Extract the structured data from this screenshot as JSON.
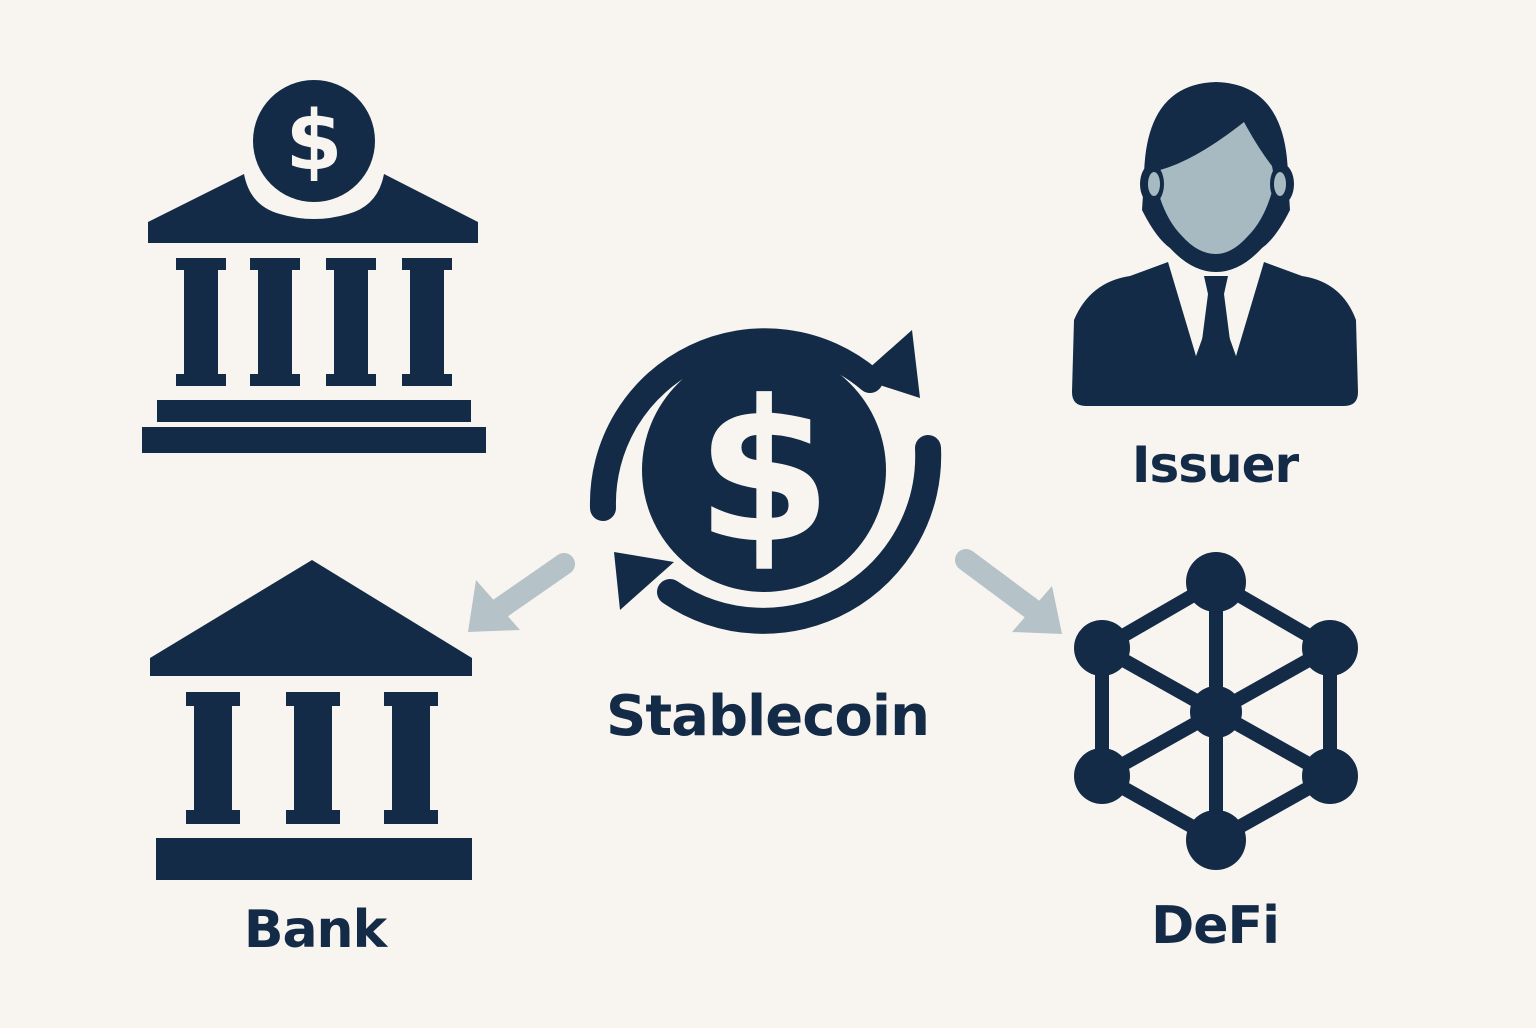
{
  "nodes": {
    "issuer": "Issuer",
    "stablecoin": "Stablecoin",
    "bank": "Bank",
    "defi": "DeFi"
  },
  "glyphs": {
    "dollar": "$"
  },
  "colors": {
    "background": "#f8f5f1",
    "primary": "#132b47",
    "face": "#a7bac2",
    "arrow": "#b5c3c9"
  }
}
